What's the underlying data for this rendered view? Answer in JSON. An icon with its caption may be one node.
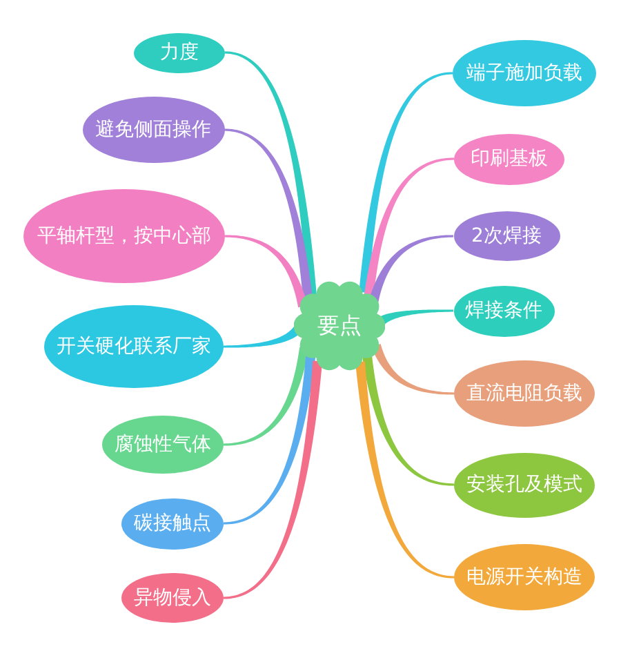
{
  "diagram": {
    "nodes": [
      {
        "text": [
          "要点"
        ]
      },
      {
        "text": [
          "力度"
        ]
      },
      {
        "text": [
          "避免侧面操作"
        ]
      },
      {
        "text": [
          "平轴杆型，按中心部"
        ]
      },
      {
        "text": [
          "开关硬化联系厂家"
        ]
      },
      {
        "text": [
          "腐蚀性气体"
        ]
      },
      {
        "text": [
          "碳接触点"
        ]
      },
      {
        "text": [
          "异物侵入"
        ]
      },
      {
        "text": [
          "端子施加负载"
        ]
      },
      {
        "text": [
          "印刷基板"
        ]
      },
      {
        "text": [
          "2次焊接"
        ]
      },
      {
        "text": [
          "焊接条件"
        ]
      },
      {
        "text": [
          "直流电阻负载"
        ]
      },
      {
        "text": [
          "安装孔及模式"
        ]
      },
      {
        "text": [
          "电源开关构造"
        ]
      }
    ],
    "edges": [
      {
        "from": 0,
        "to": 1,
        "arrow": "none",
        "color": "#2ecdc0"
      },
      {
        "from": 0,
        "to": 2,
        "arrow": "none",
        "color": "#a080d8"
      },
      {
        "from": 0,
        "to": 3,
        "arrow": "none",
        "color": "#f27fc2"
      },
      {
        "from": 0,
        "to": 4,
        "arrow": "none",
        "color": "#2cc8e2"
      },
      {
        "from": 0,
        "to": 5,
        "arrow": "none",
        "color": "#67d78f"
      },
      {
        "from": 0,
        "to": 6,
        "arrow": "none",
        "color": "#5aaef0"
      },
      {
        "from": 0,
        "to": 7,
        "arrow": "none",
        "color": "#f36f89"
      },
      {
        "from": 0,
        "to": 8,
        "arrow": "none",
        "color": "#33c9e0"
      },
      {
        "from": 0,
        "to": 9,
        "arrow": "none",
        "color": "#f584c5"
      },
      {
        "from": 0,
        "to": 10,
        "arrow": "none",
        "color": "#9d7fd8"
      },
      {
        "from": 0,
        "to": 11,
        "arrow": "none",
        "color": "#2dcfbc"
      },
      {
        "from": 0,
        "to": 12,
        "arrow": "none",
        "color": "#e8a07c"
      },
      {
        "from": 0,
        "to": 13,
        "arrow": "none",
        "color": "#8dc63f"
      },
      {
        "from": 0,
        "to": 14,
        "arrow": "none",
        "color": "#f2a83a"
      }
    ]
  }
}
